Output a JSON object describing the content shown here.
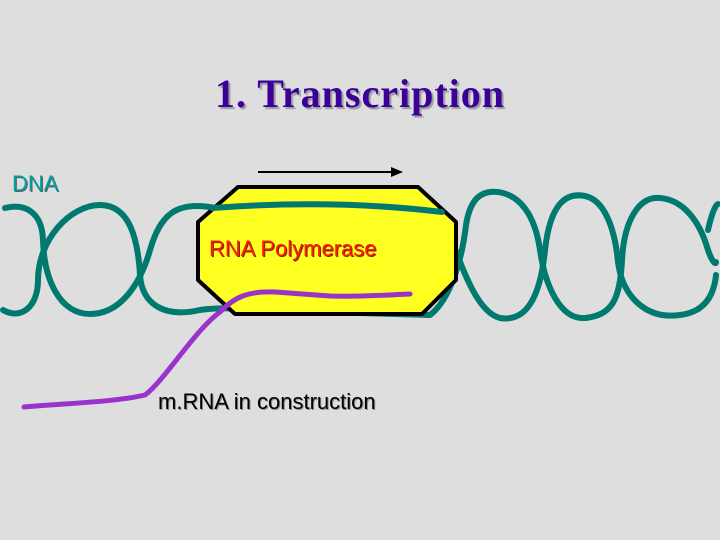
{
  "title": "1. Transcription",
  "labels": {
    "dna": "DNA",
    "polymerase": "RNA Polymerase",
    "mrna": "m.RNA in construction"
  },
  "colors": {
    "background": "#dedede",
    "title": "#3a0099",
    "dna_strand": "#007a6e",
    "dna_label": "#00a0a0",
    "polymerase_fill": "#ffff22",
    "polymerase_label": "#ff1a00",
    "mrna_strand": "#9933cc",
    "arrow": "#000000"
  },
  "icons": {
    "direction": "right-arrow-icon"
  }
}
